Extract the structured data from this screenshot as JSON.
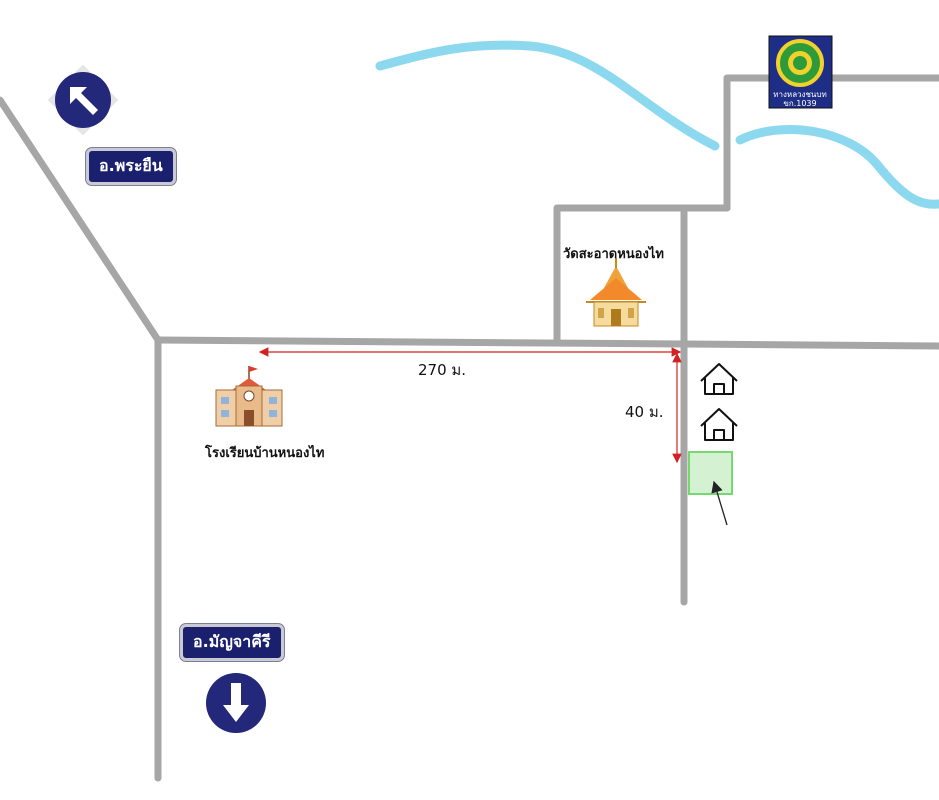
{
  "signs": {
    "north_west": "อ.พระยืน",
    "south": "อ.มัญจาคีรี"
  },
  "distances": {
    "horizontal": "270 ม.",
    "vertical": "40 ม."
  },
  "places": {
    "temple": "วัดสะอาดหนองไท",
    "school": "โรงเรียนบ้านหนองไท"
  },
  "highway_badge": {
    "line1": "ทางหลวงชนบท",
    "line2": "ขก.1039"
  },
  "icons": {
    "nw_arrow": "arrow-up-left-icon",
    "south_arrow": "arrow-down-icon",
    "temple": "temple-icon",
    "school": "school-icon",
    "house": "house-icon",
    "plot": "land-plot-marker",
    "pointer": "pointer-arrow-icon"
  },
  "colors": {
    "road": "#a6a6a6",
    "river": "#8cd8ef",
    "sign_bg": "#1a1f6e",
    "measure": "#d42020",
    "plot_fill": "#d4f2d2",
    "plot_border": "#76d96f"
  }
}
